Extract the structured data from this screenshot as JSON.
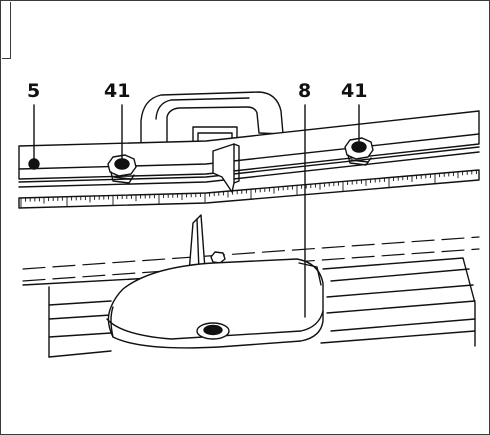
{
  "callouts": {
    "fence_label": "5",
    "knob_left_label": "41",
    "stop_label": "8",
    "knob_right_label": "41"
  },
  "colors": {
    "line": "#111111",
    "background": "#ffffff",
    "frame": "#3a3a3a"
  }
}
